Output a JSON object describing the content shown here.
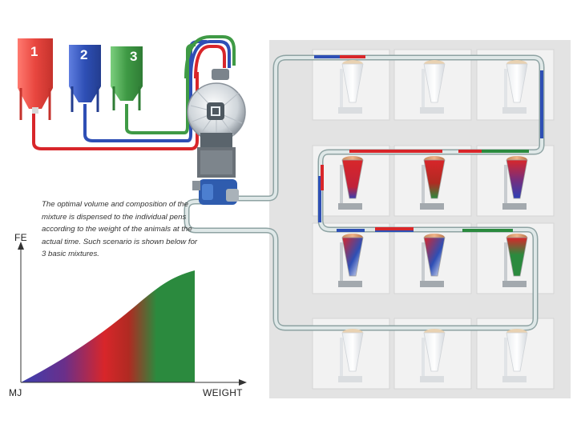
{
  "silos": [
    {
      "label": "1",
      "color": "#e8463f"
    },
    {
      "label": "2",
      "color": "#2e4fb5"
    },
    {
      "label": "3",
      "color": "#3f9a45"
    }
  ],
  "description": "The optimal volume and composition of the mixture is dispensed to the individual pens according to the weight of the animals at the actual time. Such scenario is shown below for 3 basic mixtures.",
  "graph": {
    "y_axis_label": "FE",
    "x_origin_label": "MJ",
    "x_axis_label": "WEIGHT",
    "gradient_colors": [
      "#3b3fb0",
      "#d8262a",
      "#2b8a3e"
    ]
  },
  "pens": {
    "rows": 4,
    "columns": 3,
    "filled_rows": [
      1,
      2
    ]
  }
}
